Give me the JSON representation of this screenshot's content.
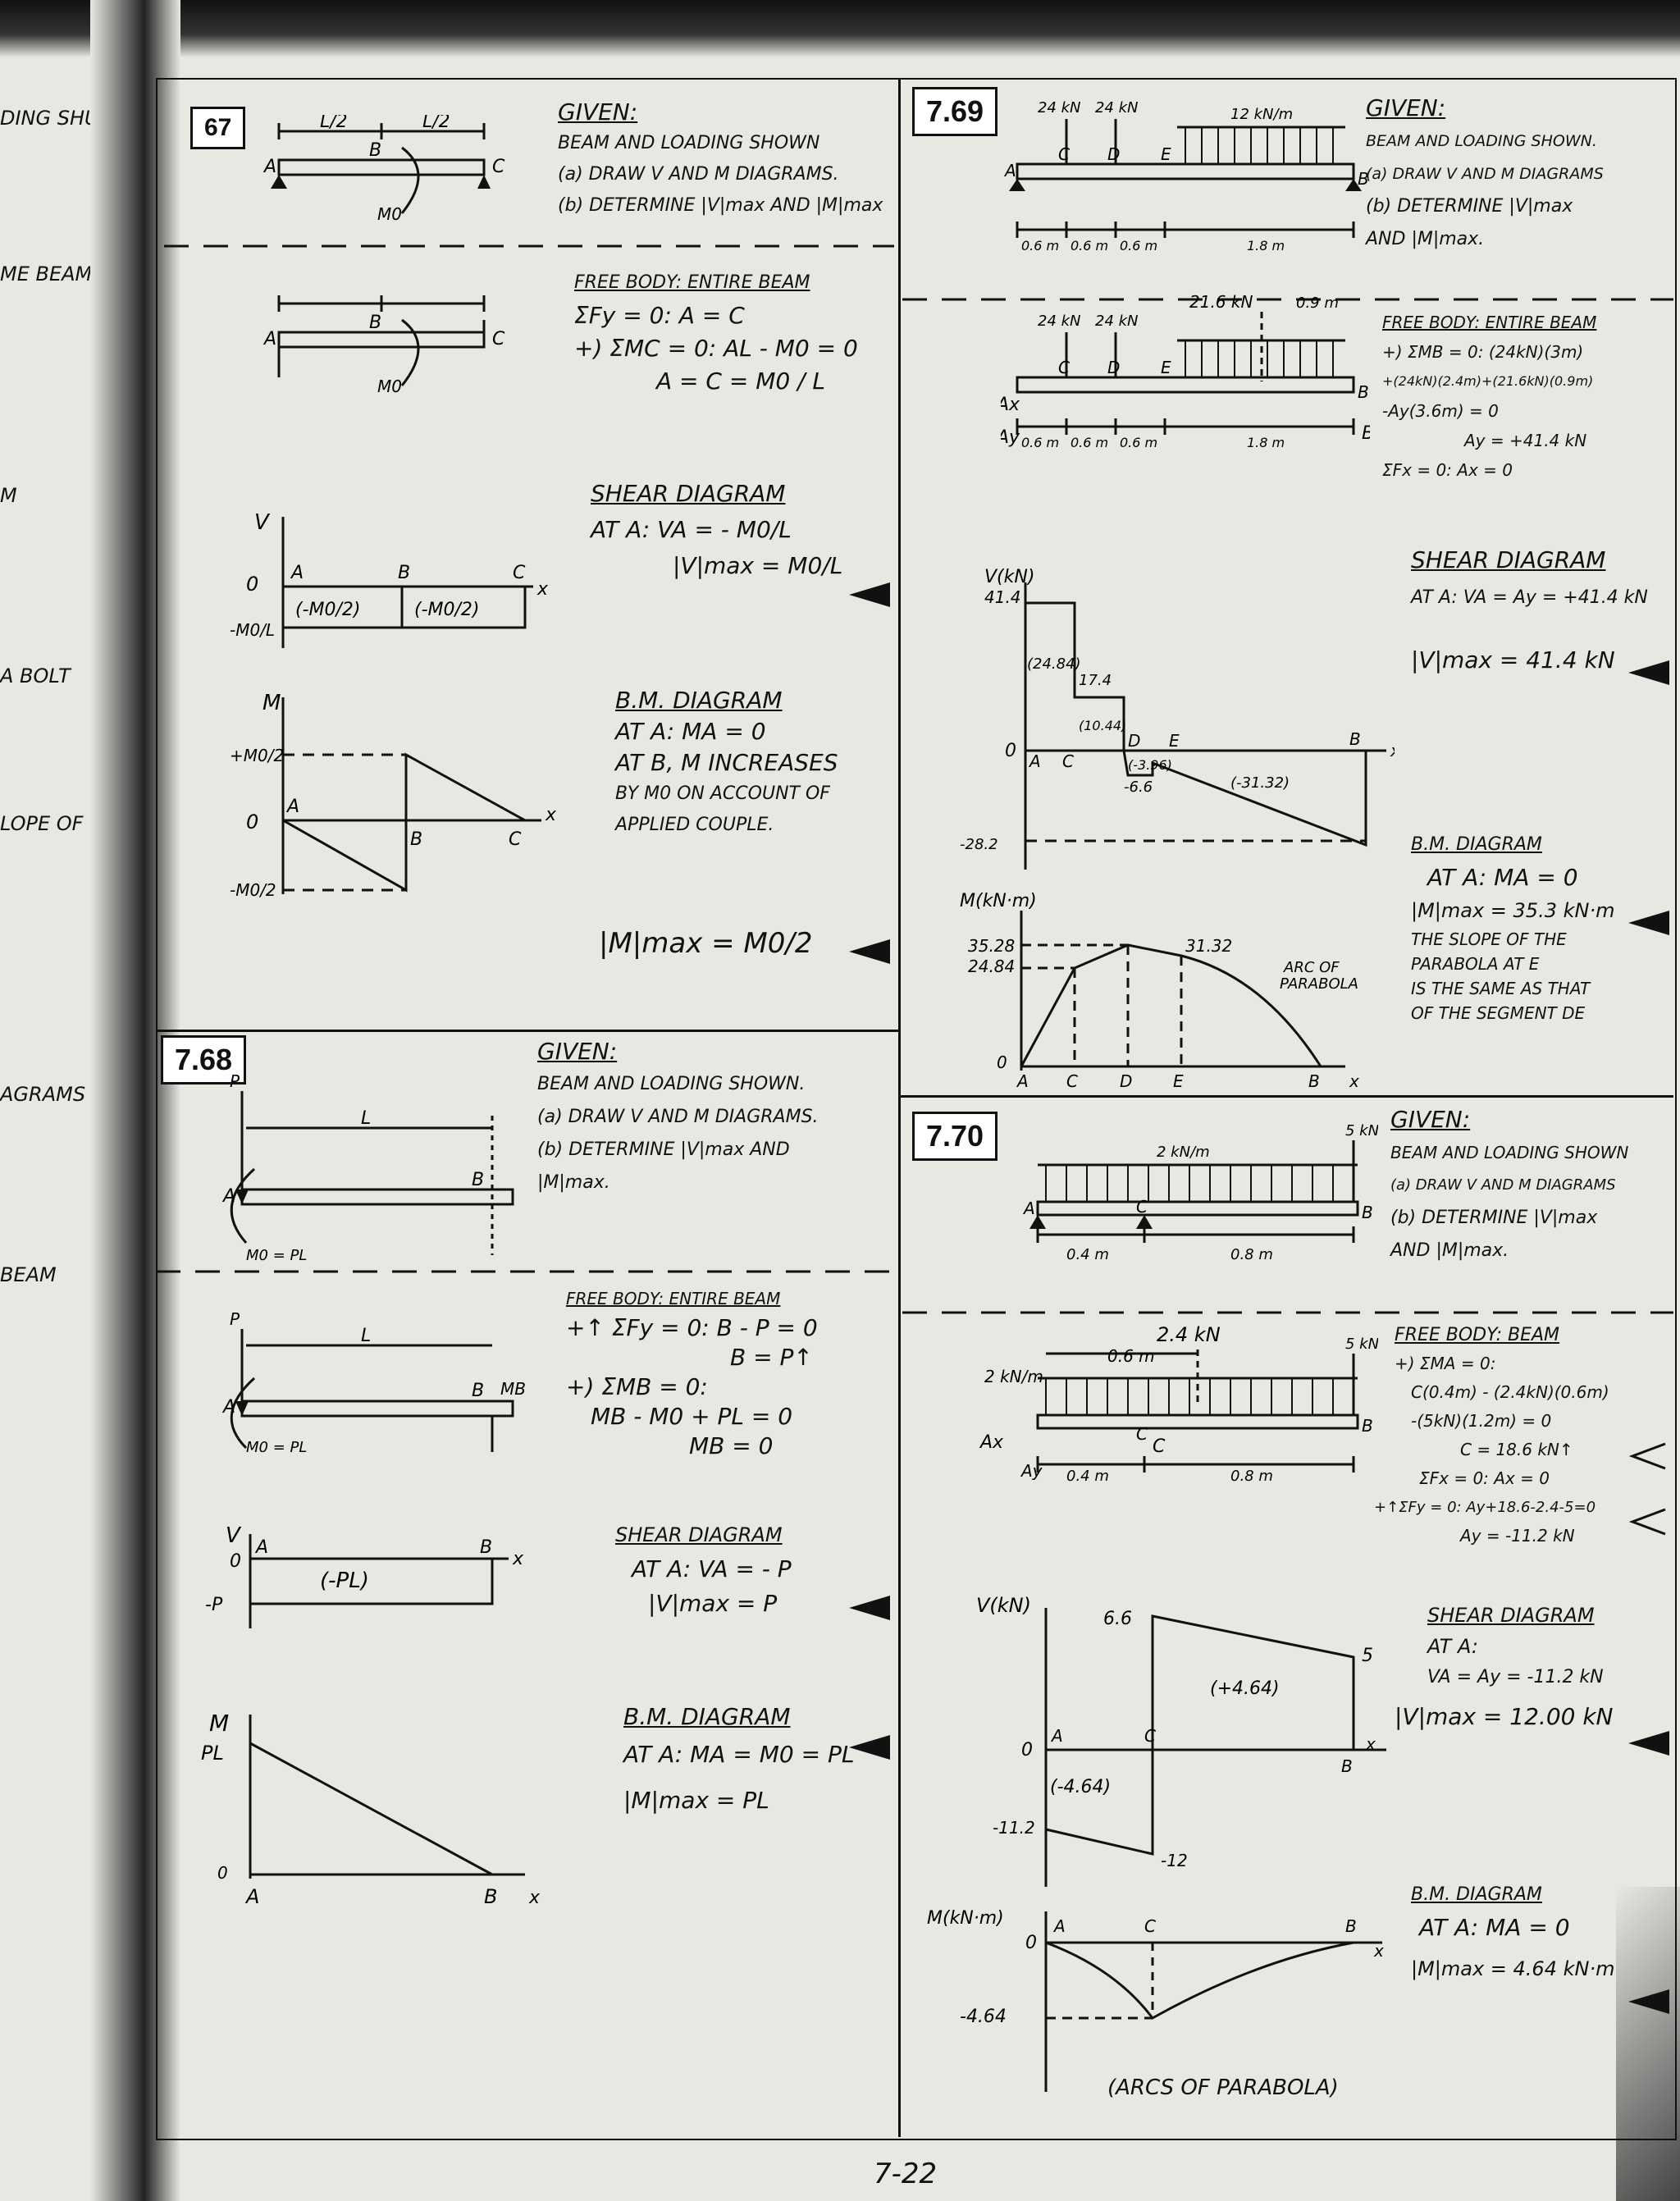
{
  "page_number": "7-22",
  "p767": {
    "label": "67",
    "given": [
      "GIVEN:",
      "BEAM AND LOADING SHOWN",
      "(a) DRAW V AND M DIAGRAMS.",
      "(b) DETERMINE |V|max AND |M|max"
    ],
    "free_body": [
      "FREE BODY: ENTIRE BEAM",
      "ΣFy = 0:  A = C",
      "+) ΣMC = 0: AL - M0 = 0",
      "A = C = M0 / L"
    ],
    "shear": [
      "SHEAR DIAGRAM",
      "AT A: VA = - M0/L",
      "|V|max = M0/L"
    ],
    "bm": [
      "B.M. DIAGRAM",
      "AT A: MA = 0",
      "AT B, M INCREASES",
      "BY M0 ON ACCOUNT OF",
      "APPLIED COUPLE.",
      "|M|max = M0/2"
    ]
  },
  "p768": {
    "label": "7.68",
    "given": [
      "GIVEN:",
      "BEAM AND LOADING SHOWN.",
      "(a) DRAW V AND M DIAGRAMS.",
      "(b) DETERMINE |V|max AND",
      "|M|max."
    ],
    "free_body": [
      "FREE BODY: ENTIRE BEAM",
      "+↑ ΣFy = 0: B - P = 0",
      "B = P↑",
      "+) ΣMB = 0:",
      "MB - M0 + PL = 0",
      "MB = 0"
    ],
    "shear": [
      "SHEAR DIAGRAM",
      "AT A: VA = - P",
      "|V|max = P"
    ],
    "bm": [
      "B.M. DIAGRAM",
      "AT A: MA = M0 = PL",
      "|M|max = PL"
    ]
  },
  "p769": {
    "label": "7.69",
    "given": [
      "GIVEN:",
      "BEAM AND LOADING SHOWN.",
      "(a) DRAW V AND M DIAGRAMS",
      "(b) DETERMINE |V|max",
      "AND |M|max."
    ],
    "free_body": [
      "FREE BODY: ENTIRE BEAM",
      "+) ΣMB = 0: (24kN)(3m)",
      "+(24kN)(2.4m)+(21.6kN)(0.9m)",
      "-Ay(3.6m) = 0",
      "Ay = +41.4 kN",
      "ΣFx = 0:  Ax = 0"
    ],
    "shear": [
      "SHEAR DIAGRAM",
      "AT A: VA = Ay = +41.4 kN",
      "|V|max = 41.4 kN"
    ],
    "bm": [
      "B.M. DIAGRAM",
      "AT A: MA = 0",
      "|M|max = 35.3 kN·m",
      "THE SLOPE OF THE",
      "PARABOLA AT E",
      "IS THE SAME AS THAT",
      "OF THE SEGMENT DE"
    ],
    "loads": [
      "24 kN",
      "24 kN",
      "12 kN/m"
    ],
    "dims": [
      "0.6 m",
      "0.6 m",
      "0.6 m",
      "1.8 m",
      "0.9 m",
      "21.6 kN"
    ]
  },
  "p770": {
    "label": "7.70",
    "given": [
      "GIVEN:",
      "BEAM AND LOADING SHOWN",
      "(a) DRAW V AND M DIAGRAMS",
      "(b) DETERMINE |V|max",
      "AND |M|max."
    ],
    "free_body": [
      "FREE BODY: BEAM",
      "+) ΣMA = 0:",
      "C(0.4m) - (2.4kN)(0.6m)",
      "-(5kN)(1.2m) = 0",
      "C = 18.6 kN↑",
      "ΣFx = 0:  Ax = 0",
      "+↑ΣFy = 0: Ay+18.6-2.4-5=0",
      "Ay = -11.2 kN"
    ],
    "shear": [
      "SHEAR DIAGRAM",
      "AT A:",
      "VA = Ay = -11.2 kN",
      "|V|max = 12.00 kN"
    ],
    "bm": [
      "B.M. DIAGRAM",
      "AT A: MA = 0",
      "|M|max = 4.64 kN·m",
      "(ARCS OF PARABOLA)"
    ],
    "loads": [
      "2 kN/m",
      "5 kN",
      "2.4 kN"
    ],
    "dims": [
      "0.4 m",
      "0.8 m",
      "0.6 m"
    ]
  },
  "chart_data": [
    {
      "type": "line",
      "title": "",
      "ylabel": "V",
      "x": [
        "A",
        "B",
        "C"
      ],
      "values": [
        -1,
        -1,
        -1
      ],
      "annotations": [
        "(-M0/2)",
        "(-M0/2)",
        "-M0/L"
      ]
    },
    {
      "type": "line",
      "title": "",
      "ylabel": "M",
      "x": [
        "A",
        "B",
        "B",
        "C"
      ],
      "values": [
        0,
        -0.5,
        0.5,
        0
      ],
      "annotations": [
        "+M0/2",
        "-M0/2"
      ]
    },
    {
      "type": "line",
      "title": "",
      "ylabel": "V",
      "x": [
        "A",
        "B"
      ],
      "values": [
        -1,
        -1
      ],
      "annotations": [
        "(-PL)",
        "-P"
      ]
    },
    {
      "type": "line",
      "title": "",
      "ylabel": "M",
      "x": [
        "A",
        "B"
      ],
      "values": [
        1,
        0
      ],
      "annotations": [
        "PL"
      ]
    },
    {
      "type": "line",
      "title": "",
      "ylabel": "V(kN)",
      "x": [
        "A",
        "C",
        "C",
        "D",
        "D",
        "E",
        "B"
      ],
      "values": [
        41.4,
        41.4,
        17.4,
        17.4,
        -6.6,
        -6.6,
        -28.2
      ],
      "annotations": [
        "41.4",
        "(24.84)",
        "17.4",
        "(10.44)",
        "-6.6",
        "(-3.96)",
        "(-31.32)",
        "-28.2"
      ]
    },
    {
      "type": "line",
      "title": "",
      "ylabel": "M(kN·m)",
      "x": [
        "A",
        "C",
        "D",
        "E",
        "B"
      ],
      "values": [
        0,
        24.84,
        35.28,
        31.32,
        0
      ],
      "annotations": [
        "35.28",
        "24.84",
        "31.32",
        "ARC OF PARABOLA"
      ]
    },
    {
      "type": "line",
      "title": "",
      "ylabel": "V(kN)",
      "x": [
        "A",
        "C",
        "C",
        "B"
      ],
      "values": [
        -11.2,
        -12,
        6.6,
        5
      ],
      "annotations": [
        "6.6",
        "5",
        "(+4.64)",
        "(-4.64)",
        "-11.2",
        "-12"
      ]
    },
    {
      "type": "line",
      "title": "",
      "ylabel": "M(kN·m)",
      "x": [
        "A",
        "C",
        "B"
      ],
      "values": [
        0,
        -4.64,
        0
      ],
      "annotations": [
        "-4.64"
      ]
    }
  ]
}
